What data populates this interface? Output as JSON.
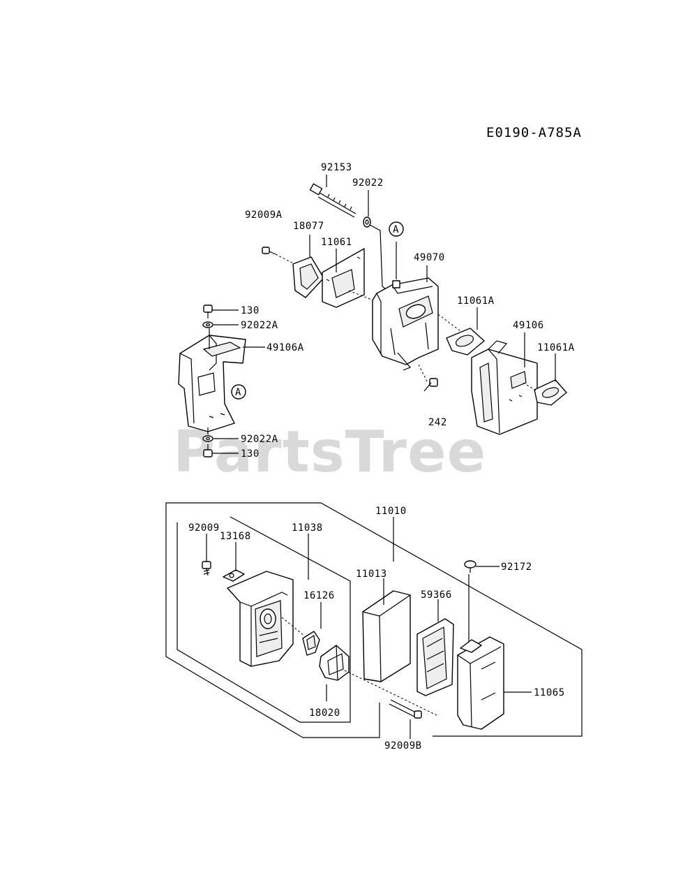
{
  "diagram_code": "E0190-A785A",
  "watermark": "PartsTree",
  "callout_marker": "A",
  "labels": {
    "p92153": "92153",
    "p92022": "92022",
    "p92009A": "92009A",
    "p18077": "18077",
    "p11061": "11061",
    "p49070": "49070",
    "p11061A_a": "11061A",
    "p49106": "49106",
    "p11061A_b": "11061A",
    "p130_top": "130",
    "p92022A_top": "92022A",
    "p49106A": "49106A",
    "p242": "242",
    "p92022A_bottom": "92022A",
    "p130_bottom": "130",
    "p11010": "11010",
    "p92009": "92009",
    "p13168": "13168",
    "p11038": "11038",
    "p11013": "11013",
    "p92172": "92172",
    "p16126": "16126",
    "p59366": "59366",
    "p11065": "11065",
    "p18020": "18020",
    "p92009B": "92009B"
  }
}
